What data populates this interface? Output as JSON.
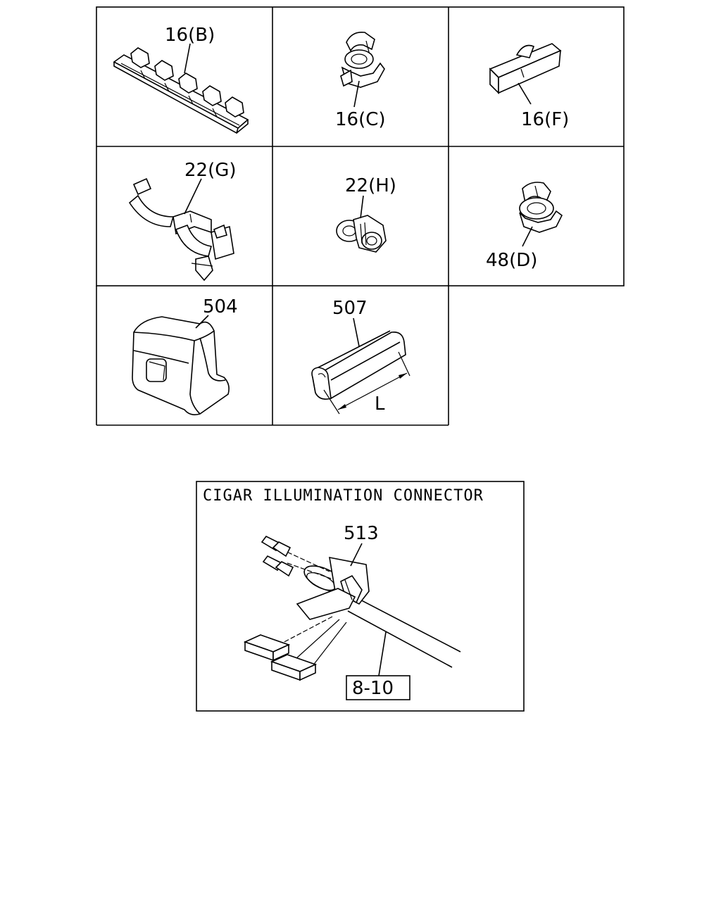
{
  "grid_parts": [
    {
      "id": "16b",
      "label": "16(B)"
    },
    {
      "id": "16c",
      "label": "16(C)"
    },
    {
      "id": "16f",
      "label": "16(F)"
    },
    {
      "id": "22g",
      "label": "22(G)"
    },
    {
      "id": "22h",
      "label": "22(H)"
    },
    {
      "id": "48d",
      "label": "48(D)"
    },
    {
      "id": "504",
      "label": "504"
    },
    {
      "id": "507",
      "label": "507",
      "dimension": "L"
    }
  ],
  "cigar_connector": {
    "title": "CIGAR ILLUMINATION CONNECTOR",
    "part_label": "513",
    "reference_label": "8-10"
  }
}
